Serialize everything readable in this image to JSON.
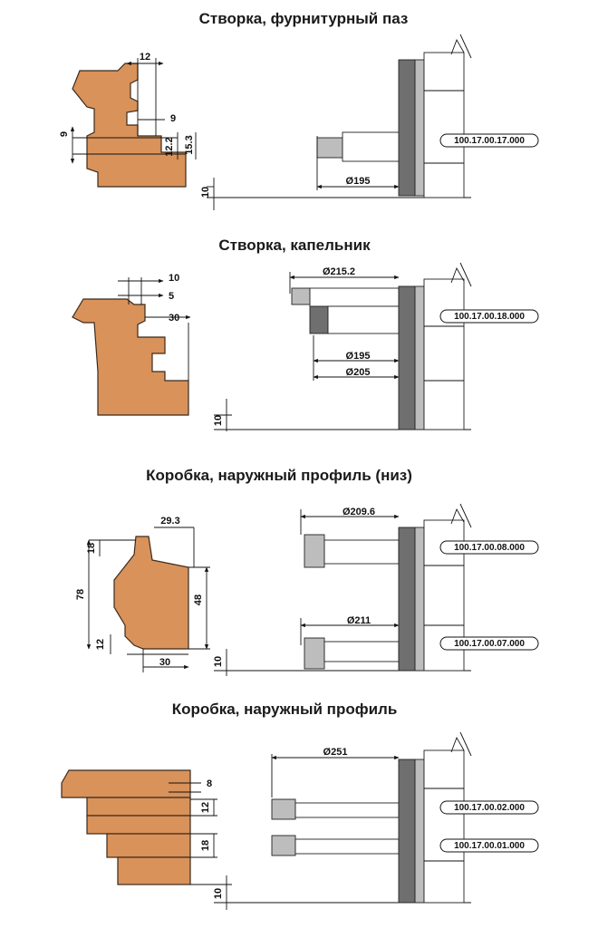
{
  "sections": [
    {
      "title": "Створка, фурнитурный паз",
      "dims": {
        "d12": "12",
        "d9a": "9",
        "d9b": "9",
        "d12_2": "12.2",
        "d15_3": "15.3",
        "d10": "10",
        "dia": "Ø195"
      },
      "codes": [
        "100.17.00.17.000"
      ]
    },
    {
      "title": "Створка, капельник",
      "dims": {
        "d10a": "10",
        "d5": "5",
        "d30": "30",
        "d10": "10",
        "dia1": "Ø215.2",
        "dia2": "Ø195",
        "dia3": "Ø205"
      },
      "codes": [
        "100.17.00.18.000"
      ]
    },
    {
      "title": "Коробка, наружный профиль (низ)",
      "dims": {
        "d29_3": "29.3",
        "d18": "18",
        "d78": "78",
        "d48": "48",
        "d12": "12",
        "d30": "30",
        "d10": "10",
        "dia1": "Ø209.6",
        "dia2": "Ø211"
      },
      "codes": [
        "100.17.00.08.000",
        "100.17.00.07.000"
      ]
    },
    {
      "title": "Коробка, наружный профиль",
      "dims": {
        "d8": "8",
        "d12": "12",
        "d18": "18",
        "d10": "10",
        "dia": "Ø251"
      },
      "codes": [
        "100.17.00.02.000",
        "100.17.00.01.000"
      ]
    }
  ]
}
